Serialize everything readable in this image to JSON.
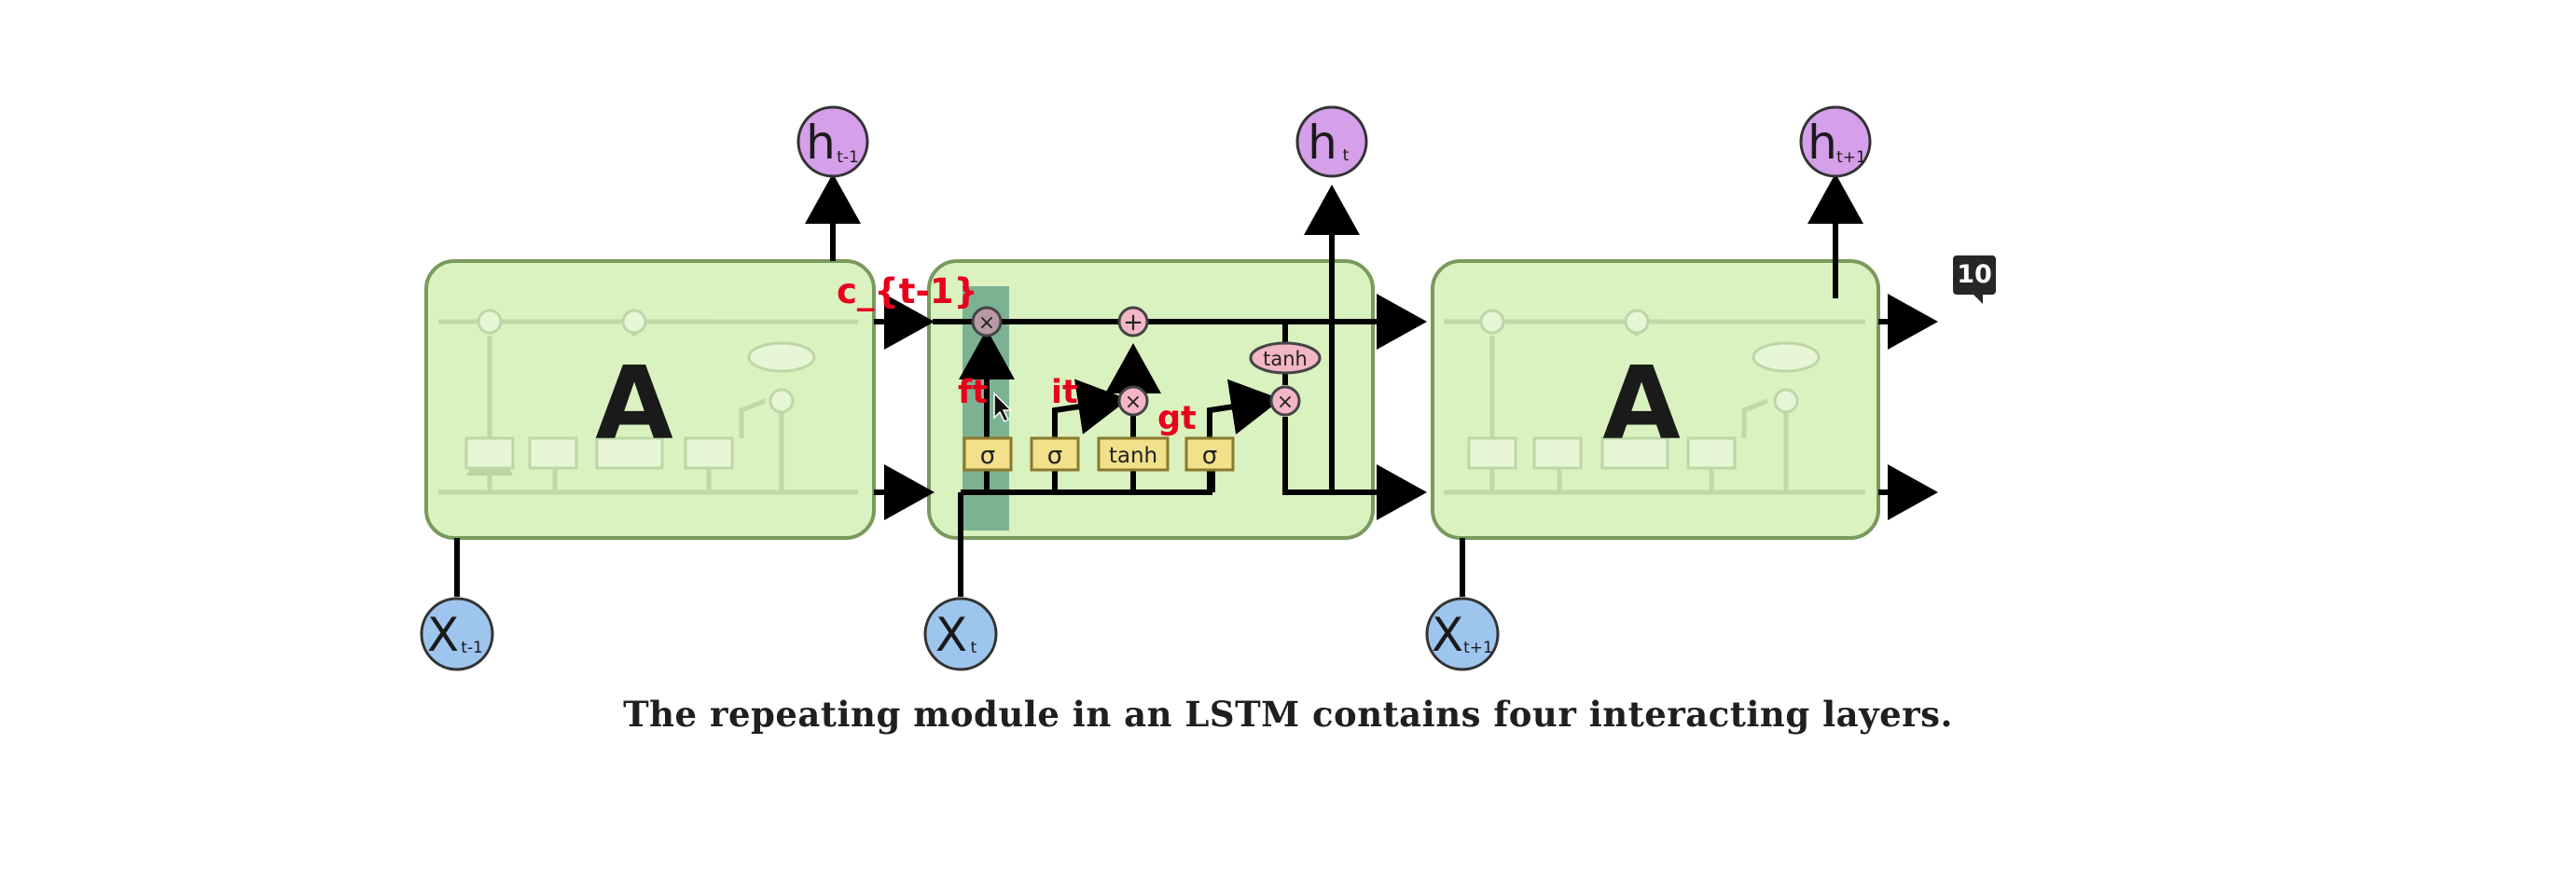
{
  "caption": "The repeating module in an LSTM contains four interacting layers.",
  "badge": "10",
  "cells": {
    "left_label": "A",
    "right_label": "A"
  },
  "outputs": [
    {
      "base": "h",
      "sub": "t-1"
    },
    {
      "base": "h",
      "sub": "t"
    },
    {
      "base": "h",
      "sub": "t+1"
    }
  ],
  "inputs": [
    {
      "base": "X",
      "sub": "t-1"
    },
    {
      "base": "X",
      "sub": "t"
    },
    {
      "base": "X",
      "sub": "t+1"
    }
  ],
  "gates": {
    "sigma": "σ",
    "tanh": "tanh",
    "multiply": "×",
    "add": "+"
  },
  "annotations": {
    "cell_state_prev": "c_{t-1}",
    "forget": "ft",
    "input": "it",
    "candidate": "gt"
  },
  "colors": {
    "cell_fill": "#d9f2c0",
    "cell_stroke": "#7a9a5d",
    "h_fill": "#d59fe9",
    "x_fill": "#9ec5ee",
    "gate_fill": "#f2e08a",
    "op_fill": "#f2b6c6",
    "annotation": "#e8001c",
    "highlight": "#2f7d6b"
  }
}
